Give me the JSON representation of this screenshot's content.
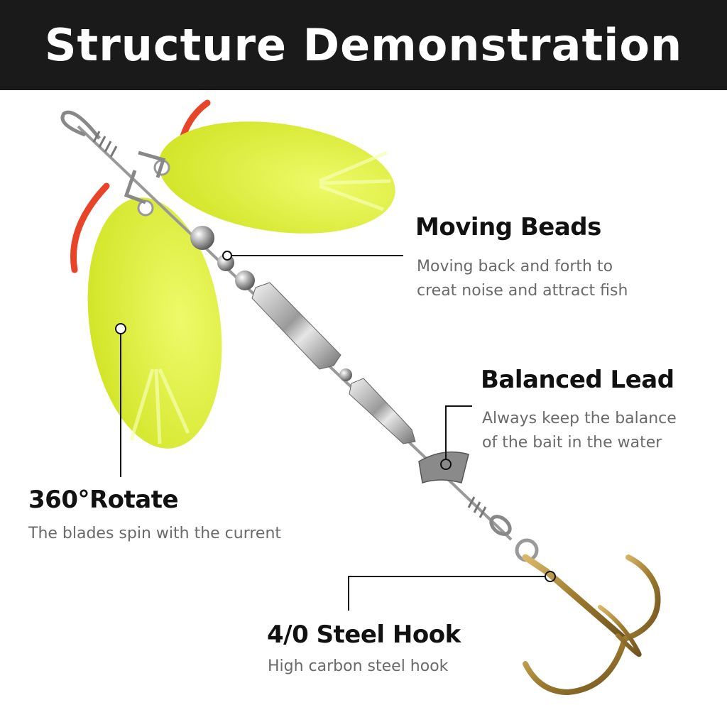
{
  "title": "Structure Demonstration",
  "colors": {
    "header_bg": "#1a1a1a",
    "blade": "#d9ec2c",
    "spin_arc": "#e8442a",
    "hook": "#a8863a",
    "metal": "#b8b8b8"
  },
  "callouts": [
    {
      "id": "moving-beads",
      "title": "Moving Beads",
      "lines": [
        "Moving back and forth to",
        "creat noise and attract fish"
      ]
    },
    {
      "id": "balanced-lead",
      "title": "Balanced Lead",
      "lines": [
        "Always keep the balance",
        "of the bait in the water"
      ]
    },
    {
      "id": "rotate",
      "title": "360°Rotate",
      "lines": [
        "The blades spin with the current"
      ]
    },
    {
      "id": "steel-hook",
      "title": "4/0 Steel Hook",
      "lines": [
        "High carbon steel hook"
      ]
    }
  ]
}
